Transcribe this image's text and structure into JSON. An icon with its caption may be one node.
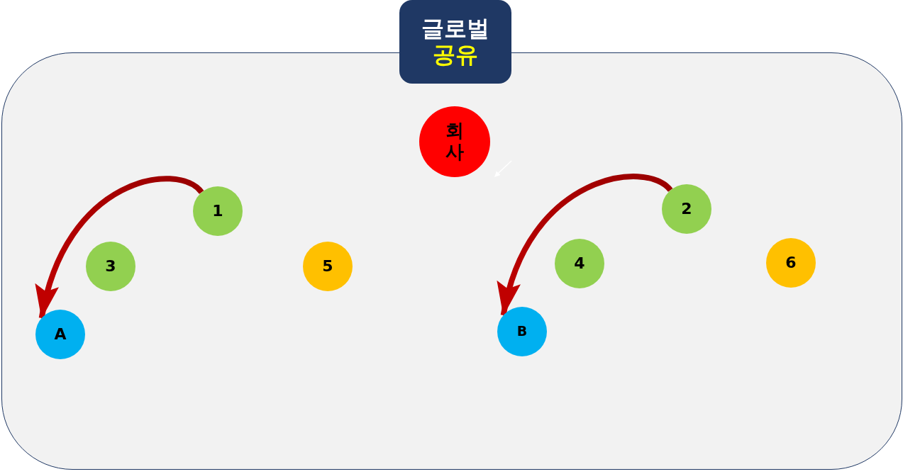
{
  "diagram": {
    "nodes": [
      {
        "text": [
          "글로벌",
          "공유"
        ]
      },
      {
        "text": [],
        "shape": "box"
      },
      {
        "text": [
          "회사"
        ],
        "in": 1
      },
      {
        "text": [
          "1"
        ],
        "in": 1
      },
      {
        "text": [
          "2"
        ],
        "in": 1
      },
      {
        "text": [
          "3"
        ],
        "in": 1
      },
      {
        "text": [
          "5"
        ],
        "in": 1
      },
      {
        "text": [
          "4"
        ],
        "in": 1
      },
      {
        "text": [
          "6"
        ],
        "in": 1
      },
      {
        "text": [
          "A"
        ],
        "in": 1
      },
      {
        "text": [
          "B"
        ],
        "in": 1
      }
    ],
    "edges": [
      {
        "from": 3,
        "to": 9,
        "arrow": "to"
      },
      {
        "from": 4,
        "to": 10,
        "arrow": "to"
      }
    ]
  }
}
